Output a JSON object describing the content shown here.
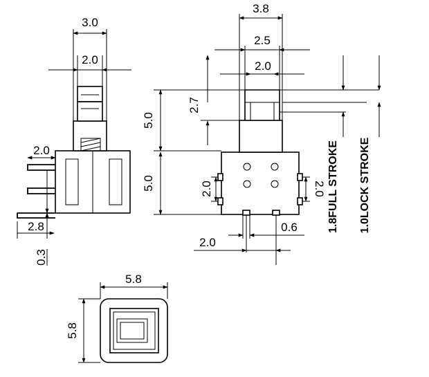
{
  "diagram": {
    "side_view": {
      "width_top": "3.0",
      "width_actuator": "2.0",
      "pin_length": "2.0",
      "pin_pitch": "2.8",
      "pin_thickness": "0.3"
    },
    "front_view": {
      "width_body": "3.8",
      "width_actuator": "2.5",
      "width_actuator_inner": "2.0",
      "height_actuator": "2.7",
      "height_upper": "5.0",
      "height_lower": "5.0",
      "pin_pitch_left": "2.0",
      "pin_pitch_right": "2.0",
      "pin_width": "0.6",
      "pin_spacing": "2.0",
      "full_stroke": "1.8FULL STROKE",
      "lock_stroke": "1.0LOCK STROKE"
    },
    "top_view": {
      "width": "5.8",
      "height": "5.8"
    }
  }
}
